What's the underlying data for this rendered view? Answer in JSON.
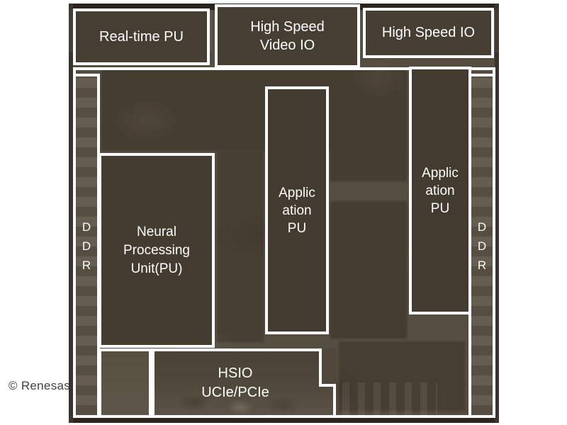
{
  "attribution": {
    "label": "© Renesas"
  },
  "palette": {
    "page_background": "#ffffff",
    "outline_white": "#ffffff",
    "label_text": "#fdfdfd",
    "attribution_text": "#3f3f3f",
    "die_base": "#554d40",
    "die_block_dark": "#453c31",
    "die_channel_light": "#5d5446",
    "die_edge_dark": "#2a241d"
  },
  "diagram": {
    "blocks": {
      "real_time_pu": {
        "label": "Real-time PU"
      },
      "high_speed_video_io": {
        "lines": [
          "High Speed",
          "Video IO"
        ]
      },
      "high_speed_io": {
        "label": "High Speed IO"
      },
      "ddr_left": {
        "letters": [
          "D",
          "D",
          "R"
        ]
      },
      "ddr_right": {
        "letters": [
          "D",
          "D",
          "R"
        ]
      },
      "neural_processing_unit": {
        "lines": [
          "Neural",
          "Processing",
          "Unit(PU)"
        ]
      },
      "application_pu_center": {
        "lines": [
          "Applic",
          "ation",
          "PU"
        ]
      },
      "application_pu_right": {
        "lines": [
          "Applic",
          "ation",
          "PU"
        ]
      },
      "hsio": {
        "lines": [
          "HSIO",
          "UCIe/PCIe"
        ]
      }
    }
  }
}
